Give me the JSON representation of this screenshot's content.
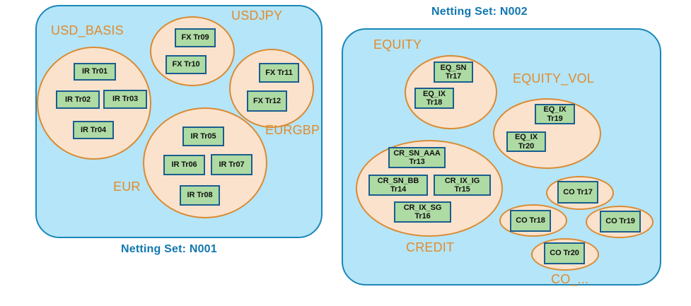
{
  "diagram": {
    "title_color": "#1177b0",
    "panel_fill": "#b5e5f8",
    "panel_stroke": "#1b87b8",
    "ellipse_fill": "#fbe2cc",
    "ellipse_stroke": "#d98b33",
    "trade_fill": "#aedaa3",
    "trade_stroke": "#1a5d8f",
    "label_color": "#e08b2e"
  },
  "netting_sets": [
    {
      "caption": "Netting Set: N001",
      "id": "N001",
      "groups": [
        {
          "label": "USD_BASIS",
          "trades": [
            {
              "line1": "IR Tr01",
              "line2": ""
            },
            {
              "line1": "IR Tr02",
              "line2": ""
            },
            {
              "line1": "IR Tr03",
              "line2": ""
            },
            {
              "line1": "IR Tr04",
              "line2": ""
            }
          ]
        },
        {
          "label": "USDJPY",
          "trades": [
            {
              "line1": "FX Tr09",
              "line2": ""
            },
            {
              "line1": "FX Tr10",
              "line2": ""
            }
          ]
        },
        {
          "label": "EURGBP",
          "trades": [
            {
              "line1": "FX Tr11",
              "line2": ""
            },
            {
              "line1": "FX Tr12",
              "line2": ""
            }
          ]
        },
        {
          "label": "EUR",
          "trades": [
            {
              "line1": "IR Tr05",
              "line2": ""
            },
            {
              "line1": "IR Tr06",
              "line2": ""
            },
            {
              "line1": "IR Tr07",
              "line2": ""
            },
            {
              "line1": "IR Tr08",
              "line2": ""
            }
          ]
        }
      ]
    },
    {
      "caption": "Netting Set: N002",
      "id": "N002",
      "groups": [
        {
          "label": "EQUITY",
          "trades": [
            {
              "line1": "EQ_SN",
              "line2": "Tr17"
            },
            {
              "line1": "EQ_IX",
              "line2": "Tr18"
            }
          ]
        },
        {
          "label": "EQUITY_VOL",
          "trades": [
            {
              "line1": "EQ_IX",
              "line2": "Tr19"
            },
            {
              "line1": "EQ_IX",
              "line2": "Tr20"
            }
          ]
        },
        {
          "label": "CREDIT",
          "trades": [
            {
              "line1": "CR_SN_AAA",
              "line2": "Tr13"
            },
            {
              "line1": "CR_SN_BB",
              "line2": "Tr14"
            },
            {
              "line1": "CR_IX_IG",
              "line2": "Tr15"
            },
            {
              "line1": "CR_IX_SG",
              "line2": "Tr16"
            }
          ]
        },
        {
          "label": "CO_...",
          "trades": [
            {
              "line1": "CO Tr17",
              "line2": ""
            },
            {
              "line1": "CO Tr18",
              "line2": ""
            },
            {
              "line1": "CO Tr19",
              "line2": ""
            },
            {
              "line1": "CO Tr20",
              "line2": ""
            }
          ]
        }
      ]
    }
  ]
}
